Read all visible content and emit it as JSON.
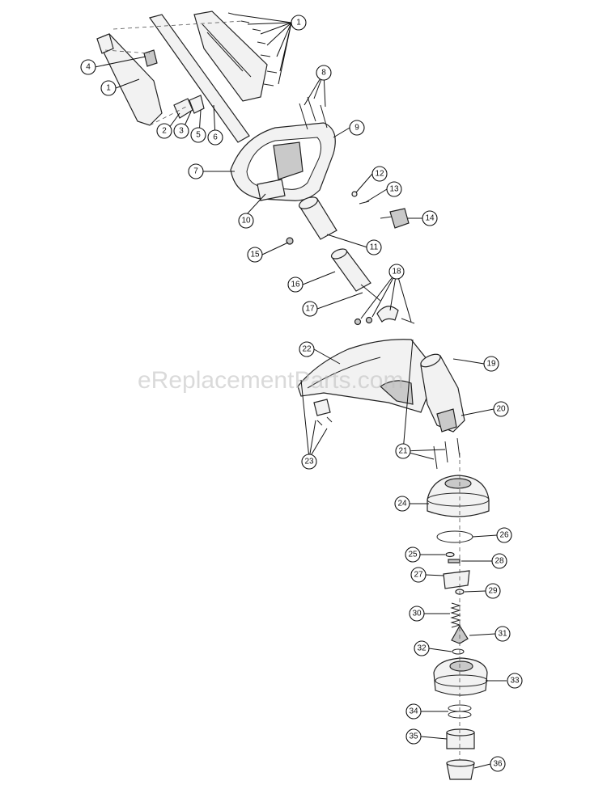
{
  "watermark": "eReplacementParts.com",
  "callouts": [
    "1",
    "1",
    "2",
    "3",
    "4",
    "5",
    "6",
    "7",
    "8",
    "9",
    "10",
    "11",
    "12",
    "13",
    "14",
    "15",
    "16",
    "17",
    "18",
    "19",
    "20",
    "21",
    "22",
    "23",
    "24",
    "25",
    "26",
    "27",
    "28",
    "29",
    "30",
    "31",
    "32",
    "33",
    "34",
    "35",
    "36"
  ]
}
